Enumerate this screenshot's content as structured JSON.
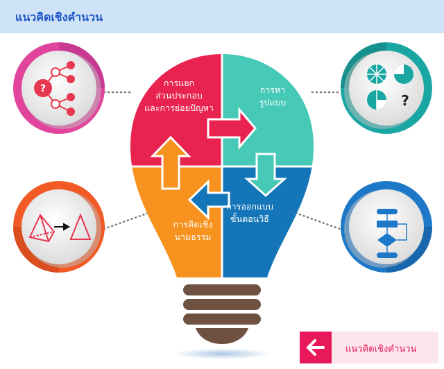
{
  "header": {
    "title": "แนวคิดเชิงคำนวน"
  },
  "bulb": {
    "pieces": [
      {
        "lines": [
          "การแยก",
          "ส่วนประกอบ",
          "และการย่อยปัญหา"
        ],
        "color": "#e8234f"
      },
      {
        "lines": [
          "การหา",
          "รูปแบบ"
        ],
        "color": "#46c9b6"
      },
      {
        "lines": [
          "การคิดเชิง",
          "นามธรรม"
        ],
        "color": "#f7921e"
      },
      {
        "lines": [
          "การออกแบบ",
          "ขั้นตอนวิธี"
        ],
        "color": "#1476b8"
      }
    ],
    "base_color": "#6e5141"
  },
  "circles": {
    "top_left": {
      "icon": "decomposition-tree-icon",
      "ring_color": "#e0449c",
      "glyph": "?"
    },
    "top_right": {
      "icon": "pattern-pies-icon",
      "ring_color": "#1aa7a3",
      "glyph": "?"
    },
    "bottom_left": {
      "icon": "pyramid-to-triangle-icon",
      "ring_color": "#f15a24"
    },
    "bottom_right": {
      "icon": "flowchart-icon",
      "ring_color": "#1e78c8"
    }
  },
  "nav": {
    "back_label": "แนวคิดเชิงคำนวน",
    "back_icon": "arrow-left-icon",
    "accent": "#e7195a"
  }
}
